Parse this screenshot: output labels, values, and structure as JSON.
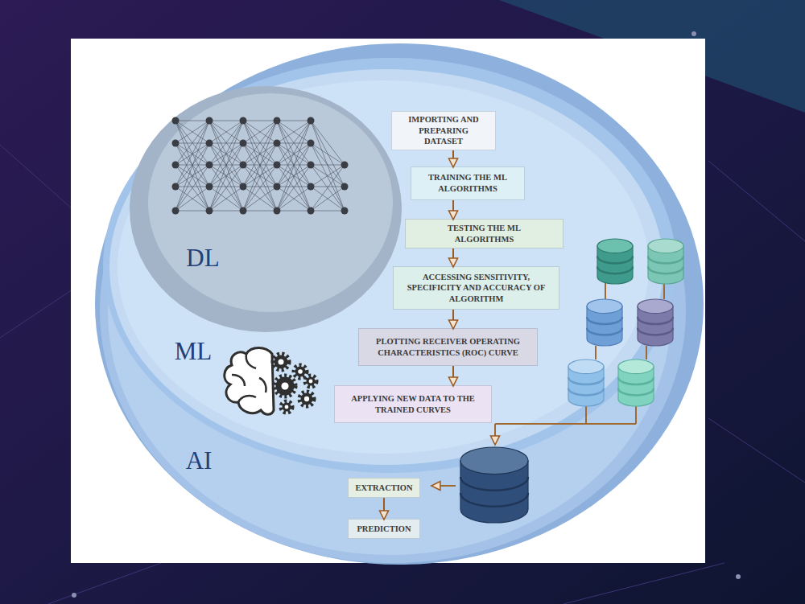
{
  "diagram": {
    "nodes": [
      {
        "text": [
          "AI"
        ]
      },
      {
        "text": [
          "ML"
        ],
        "in": 0
      },
      {
        "text": [
          "DL"
        ],
        "in": 1
      },
      {
        "text": [
          "IMPORTING AND PREPARING DATASET"
        ],
        "in": 1
      },
      {
        "text": [
          "TRAINING THE ML ALGORITHMS"
        ],
        "in": 1
      },
      {
        "text": [
          "TESTING THE ML ALGORITHMS"
        ],
        "in": 1
      },
      {
        "text": [
          "ACCESSING SENSITIVITY, SPECIFICITY AND ACCURACY OF ALGORITHM"
        ],
        "in": 1
      },
      {
        "text": [
          "PLOTTING RECEIVER OPERATING CHARACTERISTICS (ROC) CURVE"
        ],
        "in": 1
      },
      {
        "text": [
          "APPLYING NEW DATA TO THE TRAINED CURVES"
        ],
        "in": 1
      },
      {
        "text": [
          "EXTRACTION"
        ],
        "in": 0
      },
      {
        "text": [
          "PREDICTION"
        ],
        "in": 0
      }
    ],
    "edges": [
      {
        "from": 3,
        "to": 4,
        "arrow": "to"
      },
      {
        "from": 4,
        "to": 5,
        "arrow": "to"
      },
      {
        "from": 5,
        "to": 6,
        "arrow": "to"
      },
      {
        "from": 6,
        "to": 7,
        "arrow": "to"
      },
      {
        "from": 7,
        "to": 8,
        "arrow": "to"
      },
      {
        "from": 9,
        "to": 10,
        "arrow": "to"
      }
    ]
  }
}
